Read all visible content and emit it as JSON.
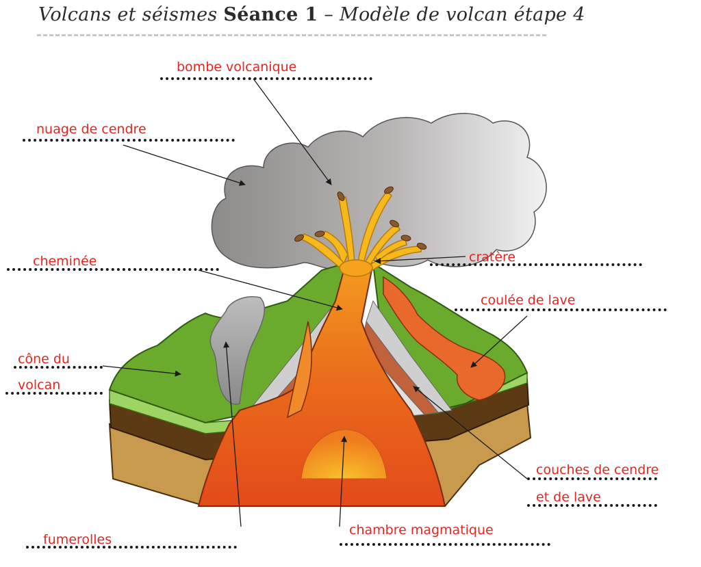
{
  "title": {
    "prefix": "Volcans et séismes",
    "bold": "Séance 1",
    "suffix": "– Modèle de volcan étape 4"
  },
  "labels": {
    "bombe": "bombe volcanique",
    "nuage": "nuage de cendre",
    "cheminee": "cheminée",
    "cratere": "cratère",
    "coulee": "coulée de lave",
    "cone_1": "cône du",
    "cone_2": "volcan",
    "couches_1": "couches de cendre",
    "couches_2": "et de lave",
    "fumerolles": "fumerolles",
    "chambre": "chambre magmatique"
  },
  "colors": {
    "label": "#e8251f",
    "cloud": "#a9a6a6",
    "grass": "#6aab2e",
    "magma": "#e8521a",
    "chamber": "#f5a41d",
    "soil_dark": "#5c3a14",
    "soil_light": "#c79a4e"
  }
}
